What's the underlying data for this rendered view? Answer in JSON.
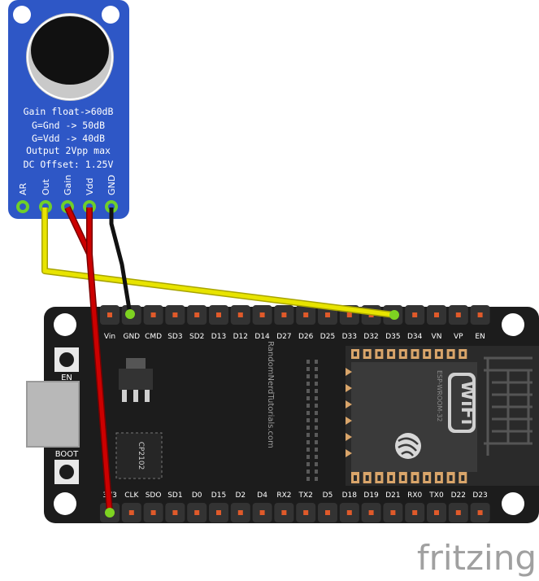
{
  "mic_module": {
    "text_lines": [
      "Gain float->60dB",
      "G=Gnd -> 50dB",
      "G=Vdd -> 40dB",
      "Output 2Vpp max",
      "DC Offset: 1.25V"
    ],
    "pins": [
      "AR",
      "Out",
      "Gain",
      "Vdd",
      "GND"
    ]
  },
  "esp32_board": {
    "top_pins": [
      "Vin",
      "GND",
      "CMD",
      "SD3",
      "SD2",
      "D13",
      "D12",
      "D14",
      "D27",
      "D26",
      "D25",
      "D33",
      "D32",
      "D35",
      "D34",
      "VN",
      "VP",
      "EN"
    ],
    "bottom_pins": [
      "3V3",
      "CLK",
      "SDO",
      "SD1",
      "D0",
      "D15",
      "D2",
      "D4",
      "RX2",
      "TX2",
      "D5",
      "D18",
      "D19",
      "D21",
      "RX0",
      "TX0",
      "D22",
      "D23"
    ],
    "en_button_label": "EN",
    "boot_button_label": "BOOT",
    "usb_chip_label": "CP2102",
    "vertical_text": "RandomNerdTutorials.com",
    "module_label": "ESP-WROOM-32",
    "wifi_logo": "WiFi"
  },
  "watermark": "fritzing",
  "colors": {
    "board": "#1c1c1c",
    "mic_board": "#2e57c6",
    "wire_yellow": "#e8e400",
    "wire_red": "#cc0000",
    "wire_black": "#111111",
    "pin_pad": "#e05a2a",
    "module_pad": "#d9a56a"
  }
}
